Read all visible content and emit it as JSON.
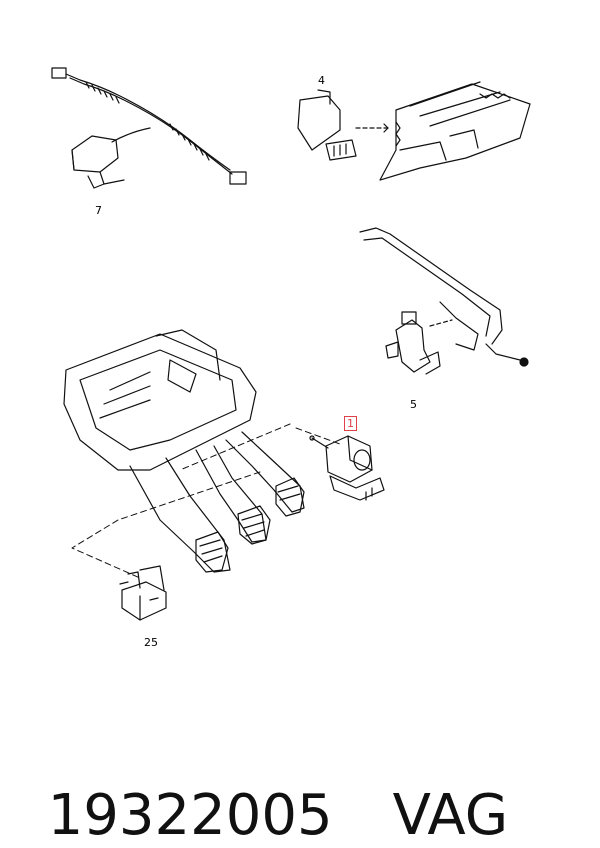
{
  "callouts": {
    "c1": "1",
    "c4": "4",
    "c5": "5",
    "c7": "7",
    "c25": "25"
  },
  "highlight_color": "#e0404a",
  "footer": {
    "part_number": "19322005",
    "brand": "VAG"
  }
}
